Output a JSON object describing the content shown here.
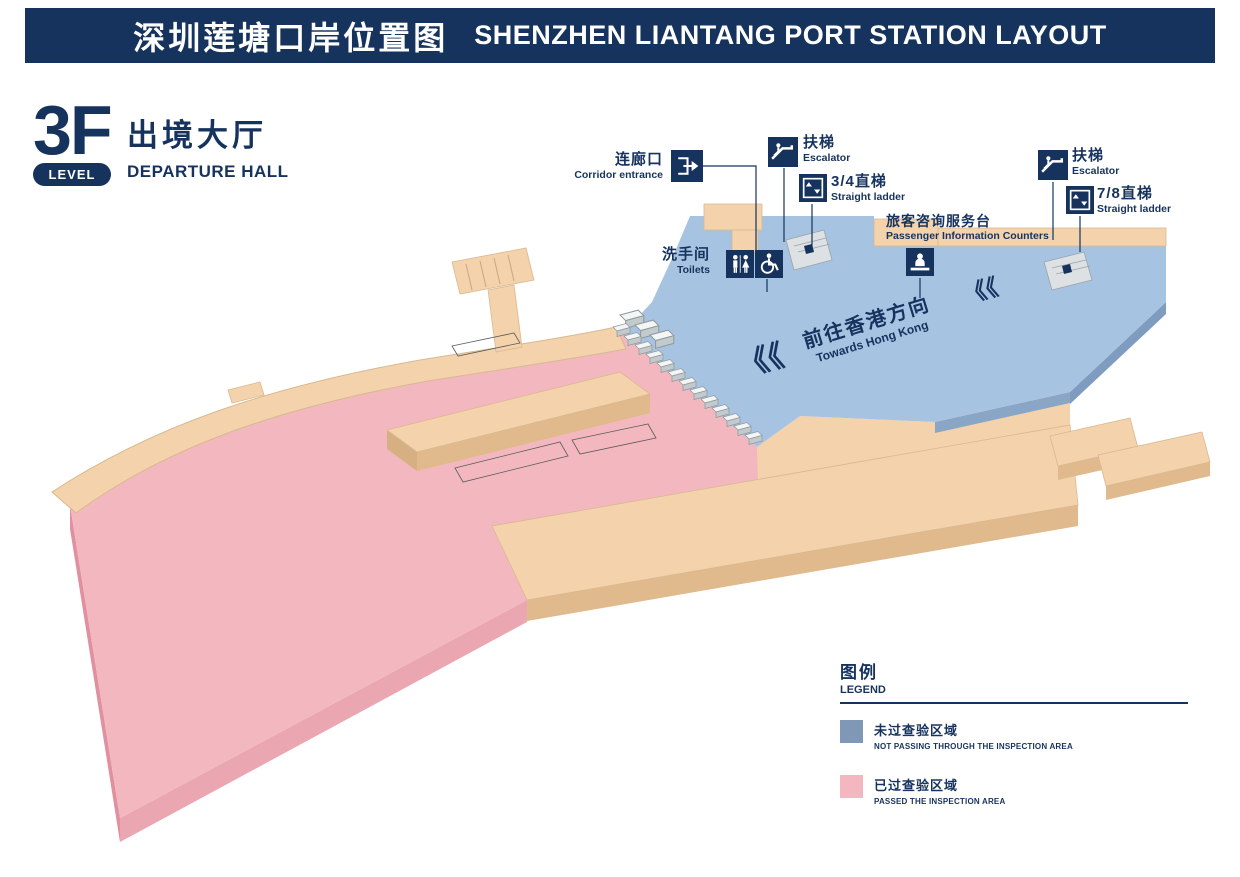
{
  "header": {
    "title_zh": "深圳莲塘口岸位置图",
    "title_en": "SHENZHEN  LIANTANG PORT STATION LAYOUT"
  },
  "level": {
    "floor": "3F",
    "level_label": "LEVEL",
    "hall_zh": "出境大厅",
    "hall_en": "DEPARTURE HALL"
  },
  "callouts": {
    "corridor": {
      "zh": "连廊口",
      "en": "Corridor entrance"
    },
    "escalator_left": {
      "zh": "扶梯",
      "en": "Escalator"
    },
    "lift_34": {
      "zh": "3/4直梯",
      "en": "Straight ladder"
    },
    "info": {
      "zh": "旅客咨询服务台",
      "en": "Passenger  Information Counters"
    },
    "escalator_right": {
      "zh": "扶梯",
      "en": "Escalator"
    },
    "lift_78": {
      "zh": "7/8直梯",
      "en": "Straight ladder"
    },
    "toilets": {
      "zh": "洗手间",
      "en": "Toilets"
    }
  },
  "map": {
    "direction_zh": "前往香港方向",
    "direction_en": "Towards Hong Kong",
    "chevrons_large": "《《",
    "chevrons_small": "《《"
  },
  "legend": {
    "title_zh": "图例",
    "title_en": "LEGEND",
    "items": [
      {
        "color": "#7f98b5",
        "zh": "未过查验区域",
        "en": "NOT PASSING THROUGH THE INSPECTION AREA"
      },
      {
        "color": "#f4b7bf",
        "zh": "已过查验区域",
        "en": "PASSED THE INSPECTION AREA"
      }
    ]
  },
  "colors": {
    "navy": "#16335e",
    "area_not_passed": "#a7c3e2",
    "area_passed": "#f3b8bf",
    "walkway": "#f3d2ac"
  },
  "icons": {
    "corridor": "exit-door-arrow-icon",
    "escalator": "escalator-icon",
    "straight_ladder": "elevator-icon",
    "info_counter": "information-counter-icon",
    "toilets": "toilets-wc-icon",
    "accessible": "wheelchair-icon"
  }
}
